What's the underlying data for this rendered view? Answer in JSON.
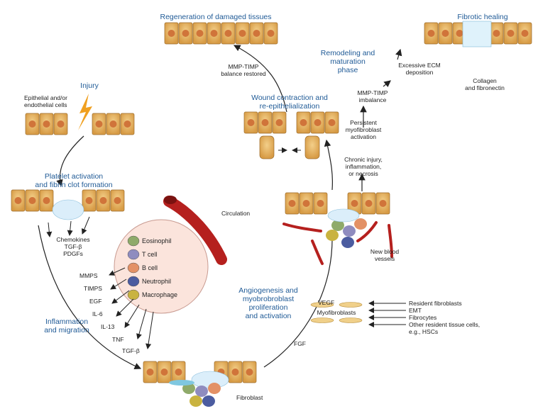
{
  "titles": {
    "regeneration": "Regeneration of damaged tissues",
    "fibrotic": "Fibrotic healing",
    "injury": "Injury",
    "platelet": [
      "Platelet activation",
      "and fibrin clot formation"
    ],
    "remodeling": [
      "Remodeling and",
      "maturation",
      "phase"
    ],
    "wound": [
      "Wound contraction and",
      "re-epithelialization"
    ],
    "inflammation": [
      "Inflammation",
      "and migration"
    ],
    "angiogenesis": [
      "Angiogenesis and",
      "myobrobroblast",
      "proliferation",
      "and activation"
    ]
  },
  "labels": {
    "epithelial": [
      "Epithelial and/or",
      "endothelial cells"
    ],
    "chemokines": [
      "Chemokines",
      "TGF-β",
      "PDGFs"
    ],
    "mmp_timp_restored": [
      "MMP-TIMP",
      "balance restored"
    ],
    "excessive_ecm": [
      "Excessive ECM",
      "deposition"
    ],
    "collagen": [
      "Collagen",
      "and fibronectin"
    ],
    "mmp_timp_imbalance": [
      "MMP-TIMP",
      "imbalance"
    ],
    "persistent": [
      "Persistent",
      "myofibroblast",
      "activation"
    ],
    "chronic": [
      "Chronic injury,",
      "inflammation,",
      "or necrosis"
    ],
    "circulation": "Circulation",
    "new_vessels": [
      "New blood",
      "vessels"
    ],
    "fibroblast": "Fibroblast",
    "myofibroblasts": "Myofibroblasts",
    "vegf": "VEGF",
    "fgf": "FGF"
  },
  "cells": [
    "Eosinophil",
    "T cell",
    "B cell",
    "Neutrophil",
    "Macrophage"
  ],
  "mediators": [
    "MMPS",
    "TIMPS",
    "EGF",
    "IL-6",
    "IL-13",
    "TNF",
    "TGF-β"
  ],
  "sources": [
    "Resident fibroblasts",
    "EMT",
    "Fibrocytes",
    "Other resident tissue cells,",
    "e.g., HSCs"
  ],
  "colors": {
    "title_blue": "#1f5a96",
    "cell_fill": "#e8b766",
    "nucleus": "#d0743a",
    "vessel": "#b5201e",
    "circle_fill": "#fbe4dc"
  }
}
